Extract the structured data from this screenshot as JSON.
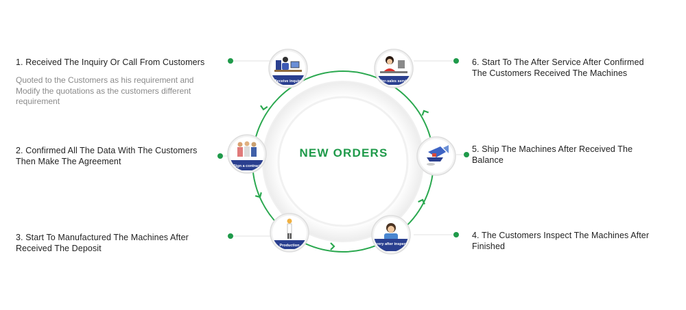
{
  "center": {
    "title": "NEW ORDERS"
  },
  "colors": {
    "accent": "#1f9a4a",
    "arrow": "#2aa84f",
    "node_band": "#2a3f8f",
    "ring": "#eeeeee"
  },
  "steps": [
    {
      "title": "1. Received The Inquiry Or Call From Customers",
      "description": "Quoted to the Customers as his requirement and Modify the quotations as the customers different requirement",
      "badge": "Receive inquiry",
      "icon": "receive-inquiry-icon"
    },
    {
      "title": "2. Confirmed All The Data With The Customers Then Make The Agreement",
      "badge": "Sign a contract",
      "icon": "sign-contract-icon"
    },
    {
      "title": "3. Start To Manufactured The Machines After Received The Deposit",
      "badge": "Production",
      "icon": "production-icon"
    },
    {
      "title": "4. The Customers Inspect The Machines After Finished",
      "badge": "Delivery after inspection",
      "icon": "inspection-icon"
    },
    {
      "title": "5. Ship The Machines After Received The Balance",
      "badge": "",
      "icon": "shipping-icon"
    },
    {
      "title": "6. Start To The After Service After Confirmed The Customers Received The Machines",
      "badge": "After-sales service",
      "icon": "after-sales-icon"
    }
  ]
}
